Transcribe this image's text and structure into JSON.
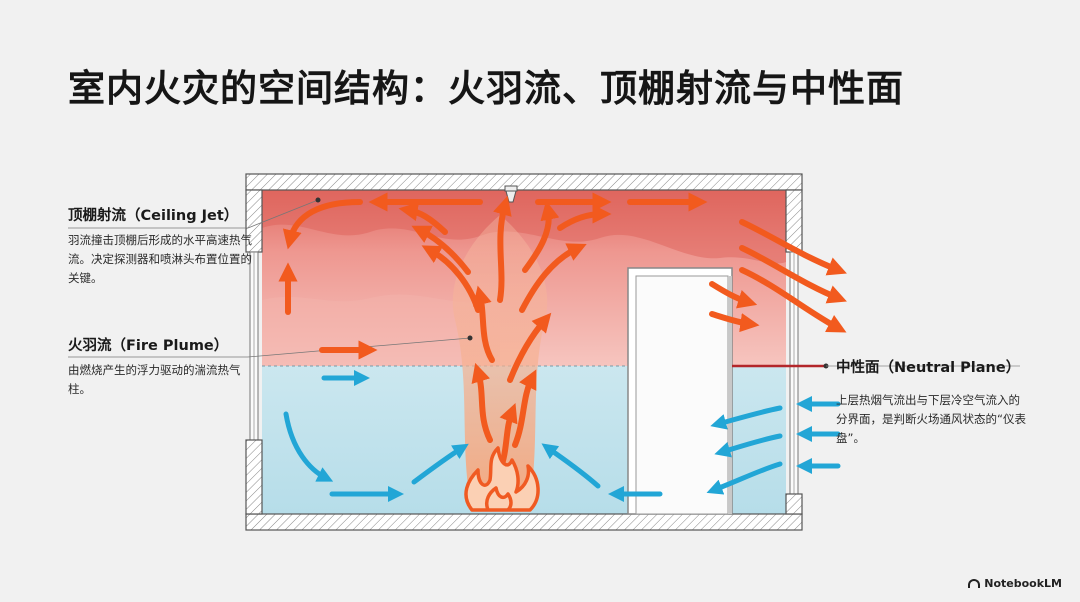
{
  "title": "室内火灾的空间结构：火羽流、顶棚射流与中性面",
  "labels": {
    "ceiling_jet": {
      "title": "顶棚射流（Ceiling Jet）",
      "desc": "羽流撞击顶棚后形成的水平高速热气流。决定探测器和喷淋头布置位置的关键。"
    },
    "fire_plume": {
      "title": "火羽流（Fire Plume）",
      "desc": "由燃烧产生的浮力驱动的湍流热气柱。"
    },
    "neutral_plane": {
      "title": "中性面（Neutral Plane）",
      "desc": "上层热烟气流出与下层冷空气流入的分界面，是判断火场通风状态的“仪表盘”。"
    }
  },
  "brand": "NotebookLM",
  "colors": {
    "hot_layer": "#e8776f",
    "cold_layer": "#c4e3ec",
    "hot_arrow": "#f25a1e",
    "cold_arrow": "#22a6d6",
    "flame": "#f05a22",
    "neutral_line": "#b3262a"
  },
  "icons": [
    "sprinkler-icon",
    "flame-icon",
    "notebooklm-logo-icon"
  ]
}
